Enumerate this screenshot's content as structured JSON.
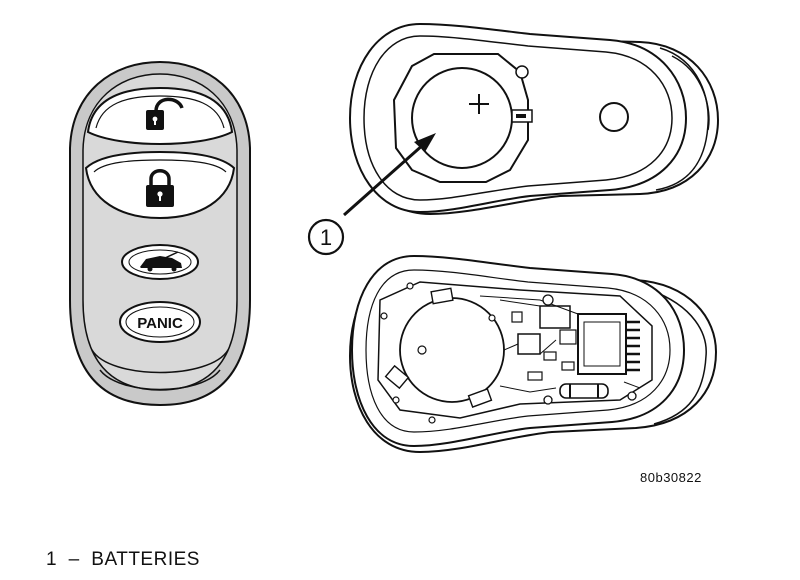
{
  "figure": {
    "callout_number": "1",
    "figure_code": "80b30822",
    "legend": [
      {
        "number": "1",
        "separator": "–",
        "label": "BATTERIES"
      }
    ]
  },
  "key_fob": {
    "buttons": [
      {
        "name": "unlock",
        "icon": "unlock-padlock-icon"
      },
      {
        "name": "lock",
        "icon": "lock-padlock-icon"
      },
      {
        "name": "trunk",
        "icon": "car-trunk-icon"
      },
      {
        "name": "panic",
        "label": "PANIC"
      }
    ]
  },
  "colors": {
    "line": "#111111",
    "fob_shade": "#c9c9c9",
    "background": "#ffffff"
  }
}
